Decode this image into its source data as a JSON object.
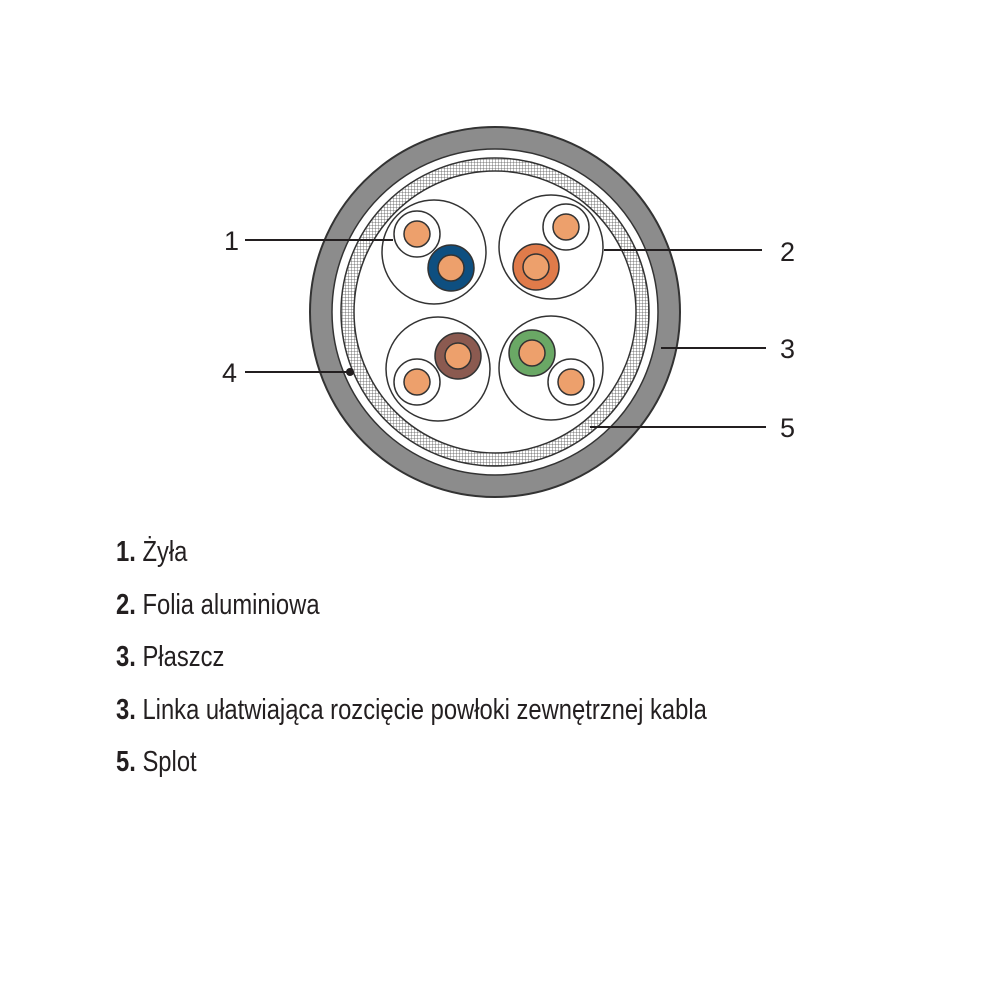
{
  "callouts": [
    "1",
    "2",
    "3",
    "4",
    "5"
  ],
  "legend": [
    {
      "num": "1.",
      "text": "Żyła"
    },
    {
      "num": "2.",
      "text": "Folia aluminiowa"
    },
    {
      "num": "3.",
      "text": "Płaszcz"
    },
    {
      "num": "3.",
      "text": "Linka ułatwiająca rozcięcie powłoki zewnętrznej kabla"
    },
    {
      "num": "5.",
      "text": "Splot"
    }
  ],
  "colors": {
    "jacket": "#8c8c8c",
    "core": "#eda06c",
    "blue": "#0e4f80",
    "orange": "#e07b4a",
    "brown": "#8b5a50",
    "green": "#6aa865"
  }
}
